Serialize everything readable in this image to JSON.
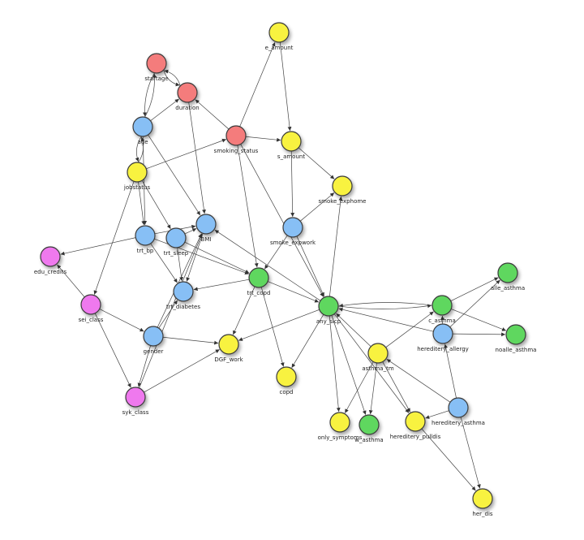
{
  "colors": {
    "red": "#f47c7c",
    "blue": "#87bff5",
    "yellow": "#f8f23f",
    "green": "#5fd75f",
    "pink": "#ef79ee",
    "edge": "#444444"
  },
  "nodes": [
    {
      "id": "e_amount",
      "label": "e_amount",
      "color": "yellow"
    },
    {
      "id": "startage",
      "label": "startage",
      "color": "red"
    },
    {
      "id": "duration",
      "label": "duration",
      "color": "red"
    },
    {
      "id": "smoking_status",
      "label": "smoking_status",
      "color": "red"
    },
    {
      "id": "age",
      "label": "age",
      "color": "blue"
    },
    {
      "id": "s_amount",
      "label": "s_amount",
      "color": "yellow"
    },
    {
      "id": "jobstatus",
      "label": "jobstatus",
      "color": "yellow"
    },
    {
      "id": "smoke_exphome",
      "label": "smoke_exphome",
      "color": "yellow"
    },
    {
      "id": "BMI",
      "label": "BMI",
      "color": "blue"
    },
    {
      "id": "smoke_expwork",
      "label": "smoke_expwork",
      "color": "blue"
    },
    {
      "id": "trt_bp",
      "label": "trt_bp",
      "color": "blue"
    },
    {
      "id": "trt_sleep",
      "label": "trt_sleep",
      "color": "blue"
    },
    {
      "id": "edu_credits",
      "label": "edu_credits",
      "color": "pink"
    },
    {
      "id": "alle_asthma",
      "label": "alle_asthma",
      "color": "green"
    },
    {
      "id": "trt_copd",
      "label": "trt_copd",
      "color": "green"
    },
    {
      "id": "trt_diabetes",
      "label": "trt_diabetes",
      "color": "blue"
    },
    {
      "id": "sei_class",
      "label": "sei_class",
      "color": "pink"
    },
    {
      "id": "any_sicp",
      "label": "any_sicp",
      "color": "green"
    },
    {
      "id": "c_asthma",
      "label": "c_asthma",
      "color": "green"
    },
    {
      "id": "noalle_asthma",
      "label": "noalle_asthma",
      "color": "green"
    },
    {
      "id": "gender",
      "label": "gender",
      "color": "blue"
    },
    {
      "id": "hereditery_allergy",
      "label": "hereditery_allergy",
      "color": "blue"
    },
    {
      "id": "DGF_work",
      "label": "DGF_work",
      "color": "yellow"
    },
    {
      "id": "asthma_tm",
      "label": "asthma_tm",
      "color": "yellow"
    },
    {
      "id": "copd",
      "label": "copd",
      "color": "yellow"
    },
    {
      "id": "syk_class",
      "label": "syk_class",
      "color": "pink"
    },
    {
      "id": "hereditery_asthma",
      "label": "hereditery_asthma",
      "color": "blue"
    },
    {
      "id": "only_symptoms",
      "label": "only_symptoms",
      "color": "yellow"
    },
    {
      "id": "w_asthma",
      "label": "w_asthma",
      "color": "green"
    },
    {
      "id": "hereditery_pulldis",
      "label": "hereditery_pulldis",
      "color": "yellow"
    },
    {
      "id": "her_dis",
      "label": "her_dis",
      "color": "yellow"
    }
  ],
  "edges": [
    [
      "startage",
      "duration"
    ],
    [
      "duration",
      "startage"
    ],
    [
      "startage",
      "age"
    ],
    [
      "age",
      "startage"
    ],
    [
      "age",
      "duration"
    ],
    [
      "smoking_status",
      "duration"
    ],
    [
      "smoking_status",
      "e_amount"
    ],
    [
      "smoking_status",
      "s_amount"
    ],
    [
      "e_amount",
      "s_amount"
    ],
    [
      "s_amount",
      "smoke_exphome"
    ],
    [
      "s_amount",
      "smoke_expwork"
    ],
    [
      "smoke_expwork",
      "smoke_exphome"
    ],
    [
      "jobstatus",
      "smoking_status"
    ],
    [
      "age",
      "jobstatus"
    ],
    [
      "jobstatus",
      "age"
    ],
    [
      "age",
      "BMI"
    ],
    [
      "duration",
      "BMI"
    ],
    [
      "jobstatus",
      "trt_bp"
    ],
    [
      "jobstatus",
      "trt_sleep"
    ],
    [
      "jobstatus",
      "sei_class"
    ],
    [
      "age",
      "trt_bp"
    ],
    [
      "trt_bp",
      "BMI"
    ],
    [
      "trt_sleep",
      "BMI"
    ],
    [
      "trt_bp",
      "edu_credits"
    ],
    [
      "trt_bp",
      "trt_diabetes"
    ],
    [
      "trt_sleep",
      "trt_diabetes"
    ],
    [
      "trt_bp",
      "trt_copd"
    ],
    [
      "trt_sleep",
      "trt_copd"
    ],
    [
      "BMI",
      "trt_diabetes"
    ],
    [
      "trt_copd",
      "trt_diabetes"
    ],
    [
      "smoke_expwork",
      "trt_copd"
    ],
    [
      "smoking_status",
      "trt_copd"
    ],
    [
      "smoking_status",
      "any_sicp"
    ],
    [
      "smoke_expwork",
      "any_sicp"
    ],
    [
      "trt_copd",
      "any_sicp"
    ],
    [
      "any_sicp",
      "BMI"
    ],
    [
      "any_sicp",
      "smoke_exphome"
    ],
    [
      "trt_copd",
      "copd"
    ],
    [
      "trt_copd",
      "DGF_work"
    ],
    [
      "any_sicp",
      "copd"
    ],
    [
      "any_sicp",
      "DGF_work"
    ],
    [
      "sei_class",
      "edu_credits"
    ],
    [
      "sei_class",
      "gender"
    ],
    [
      "sei_class",
      "syk_class"
    ],
    [
      "gender",
      "syk_class"
    ],
    [
      "gender",
      "DGF_work"
    ],
    [
      "gender",
      "BMI"
    ],
    [
      "gender",
      "trt_diabetes"
    ],
    [
      "syk_class",
      "DGF_work"
    ],
    [
      "syk_class",
      "BMI"
    ],
    [
      "any_sicp",
      "c_asthma"
    ],
    [
      "c_asthma",
      "any_sicp"
    ],
    [
      "c_asthma",
      "alle_asthma"
    ],
    [
      "c_asthma",
      "noalle_asthma"
    ],
    [
      "hereditery_allergy",
      "c_asthma"
    ],
    [
      "hereditery_allergy",
      "alle_asthma"
    ],
    [
      "hereditery_allergy",
      "noalle_asthma"
    ],
    [
      "hereditery_allergy",
      "any_sicp"
    ],
    [
      "asthma_tm",
      "any_sicp"
    ],
    [
      "asthma_tm",
      "c_asthma"
    ],
    [
      "asthma_tm",
      "only_symptoms"
    ],
    [
      "asthma_tm",
      "w_asthma"
    ],
    [
      "asthma_tm",
      "hereditery_pulldis"
    ],
    [
      "any_sicp",
      "only_symptoms"
    ],
    [
      "any_sicp",
      "w_asthma"
    ],
    [
      "any_sicp",
      "hereditery_pulldis"
    ],
    [
      "hereditery_asthma",
      "hereditery_allergy"
    ],
    [
      "hereditery_asthma",
      "asthma_tm"
    ],
    [
      "hereditery_asthma",
      "hereditery_pulldis"
    ],
    [
      "hereditery_asthma",
      "her_dis"
    ],
    [
      "hereditery_pulldis",
      "her_dis"
    ]
  ]
}
